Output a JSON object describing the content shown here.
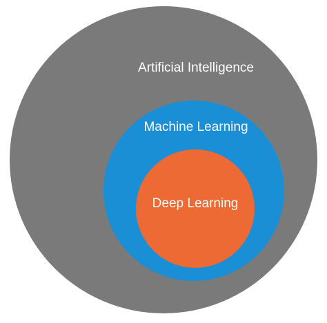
{
  "diagram": {
    "type": "nested-circles",
    "colors": {
      "background": "#ffffff",
      "artificial_intelligence": "#7a7a7a",
      "machine_learning": "#1a8fd6",
      "deep_learning": "#ee6a34",
      "ai_text": "#ffffff",
      "ml_text": "#ffffff",
      "dl_text": "#ffffff"
    },
    "layers": {
      "artificial_intelligence": {
        "label": "Artificial Intelligence"
      },
      "machine_learning": {
        "label": "Machine Learning"
      },
      "deep_learning": {
        "label": "Deep Learning"
      }
    }
  }
}
